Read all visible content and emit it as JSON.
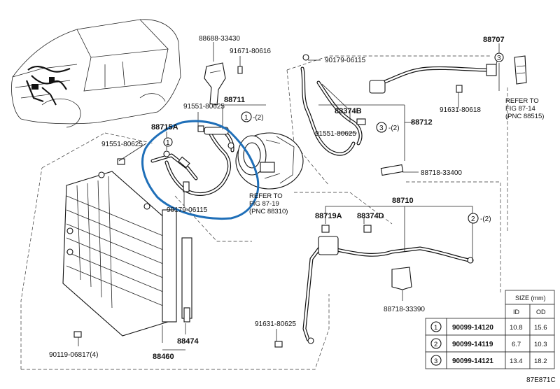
{
  "callouts": {
    "p88688": "88688-33430",
    "p91671": "91671-80616",
    "p90179_top": "90179-06115",
    "p88707": "88707",
    "p91551_a": "91551-80625",
    "p88711": "88711",
    "p88715A": "88715A",
    "p91551_b": "91551-80625",
    "p90179_mid": "90179-06115",
    "p88374B": "88374B",
    "p91551_c": "91551-80625",
    "p88712": "88712",
    "p91631_top": "91631-80618",
    "p88718_33400": "88718-33400",
    "p88710": "88710",
    "p88719A": "88719A",
    "p88374D": "88374D",
    "p88718_33390": "88718-33390",
    "p91631_bot": "91631-80625",
    "p90119": "90119-06817(4)",
    "p88474": "88474",
    "p88460": "88460",
    "diagram_code": "87E871C"
  },
  "circle_refs": {
    "c1_88711": "1",
    "c1_88711_label": "-(2)",
    "c3_88712": "3",
    "c3_88712_label": "-(2)",
    "c2_88710": "2",
    "c2_88710_label": "-(2)",
    "c1_88715A": "1",
    "c3_88707": "3"
  },
  "refer_notes": {
    "compressor": [
      "REFER TO",
      "FIG 87-19",
      "(PNC 88310)"
    ],
    "valve": [
      "REFER TO",
      "FIG 87-14",
      "(PNC 88515)"
    ]
  },
  "size_table": {
    "title": "SIZE (mm)",
    "headers": [
      "ID",
      "OD"
    ],
    "rows": [
      {
        "ref": "1",
        "part": "90099-14120",
        "id": "10.8",
        "od": "15.6"
      },
      {
        "ref": "2",
        "part": "90099-14119",
        "id": "6.7",
        "od": "10.3"
      },
      {
        "ref": "3",
        "part": "90099-14121",
        "id": "13.4",
        "od": "18.2"
      }
    ]
  },
  "colors": {
    "highlight": "#1f6fb8",
    "line": "#222222",
    "background": "#ffffff"
  }
}
